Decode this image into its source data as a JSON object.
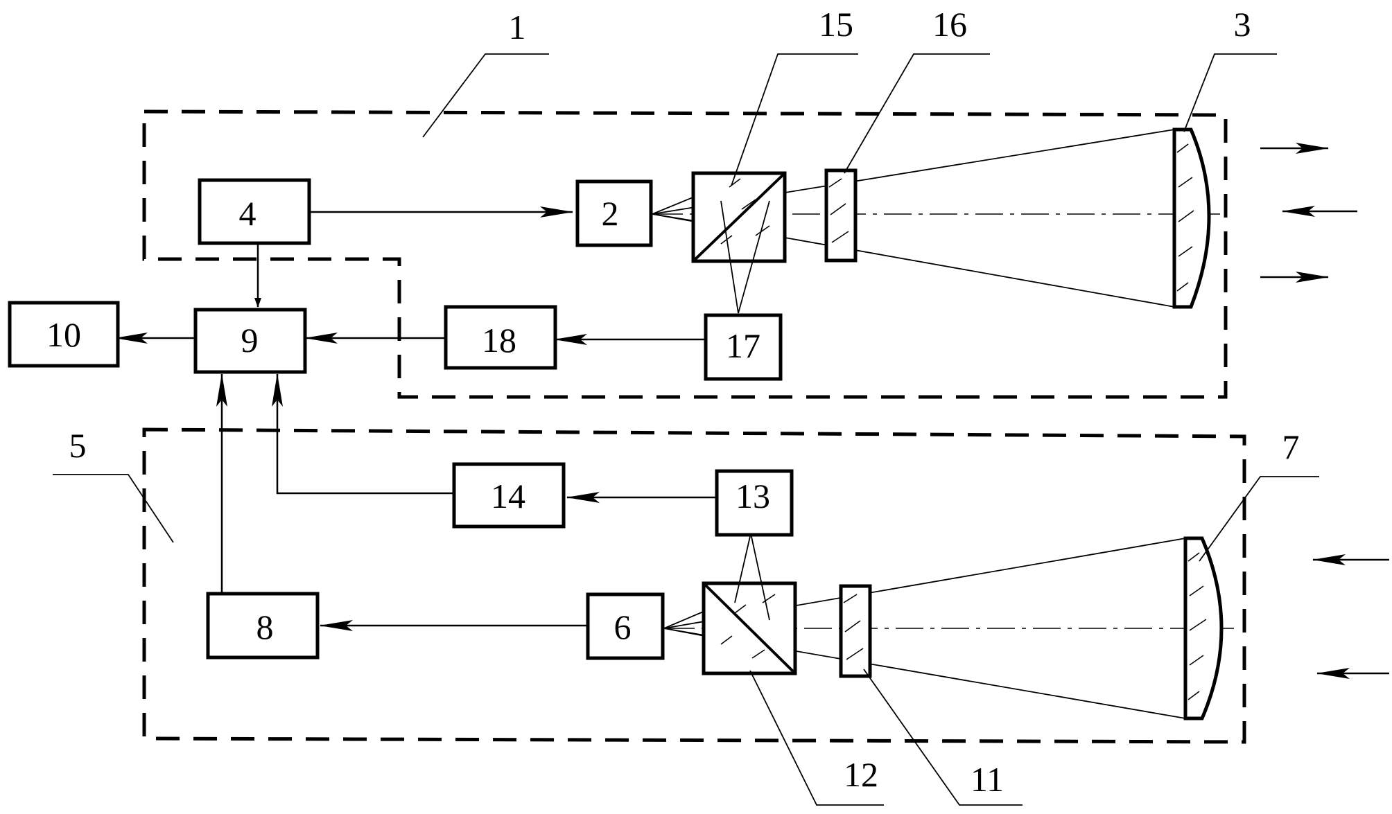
{
  "diagram": {
    "labels": {
      "l1": "1",
      "l2": "2",
      "l3": "3",
      "l4": "4",
      "l5": "5",
      "l6": "6",
      "l7": "7",
      "l8": "8",
      "l9": "9",
      "l10": "10",
      "l11": "11",
      "l12": "12",
      "l13": "13",
      "l14": "14",
      "l15": "15",
      "l16": "16",
      "l17": "17",
      "l18": "18"
    }
  }
}
